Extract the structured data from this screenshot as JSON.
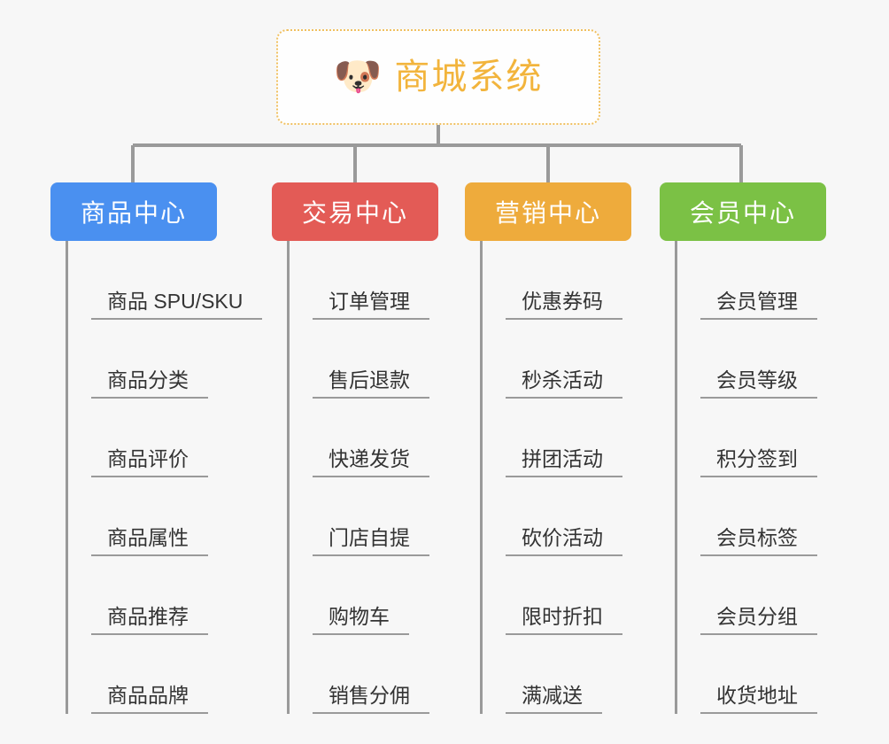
{
  "page": {
    "background_color": "#f7f7f7",
    "line_color": "#9a9a9a",
    "text_color": "#333333"
  },
  "root": {
    "emoji": "🐶",
    "emoji_name": "shiba-dog-face",
    "title": "商城系统",
    "title_color": "#f2b43c",
    "border_color": "#f0c060"
  },
  "branches": [
    {
      "label": "商品中心",
      "color": "#4a90f0",
      "items": [
        "商品 SPU/SKU",
        "商品分类",
        "商品评价",
        "商品属性",
        "商品推荐",
        "商品品牌"
      ]
    },
    {
      "label": "交易中心",
      "color": "#e35b56",
      "items": [
        "订单管理",
        "售后退款",
        "快递发货",
        "门店自提",
        "购物车",
        "销售分佣"
      ]
    },
    {
      "label": "营销中心",
      "color": "#eeab3c",
      "items": [
        "优惠券码",
        "秒杀活动",
        "拼团活动",
        "砍价活动",
        "限时折扣",
        "满减送"
      ]
    },
    {
      "label": "会员中心",
      "color": "#7bc145",
      "items": [
        "会员管理",
        "会员等级",
        "积分签到",
        "会员标签",
        "会员分组",
        "收货地址"
      ]
    }
  ]
}
